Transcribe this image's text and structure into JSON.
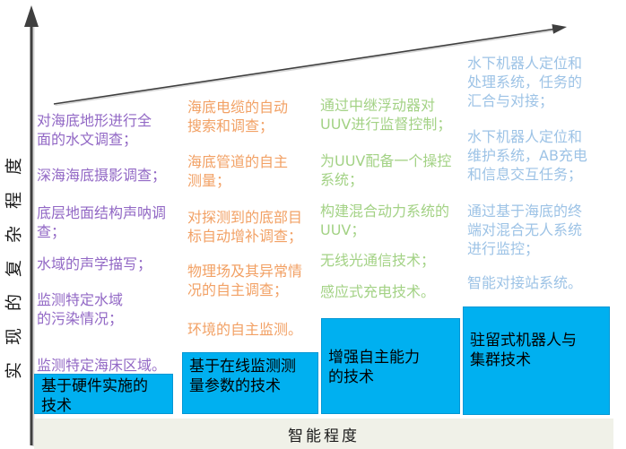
{
  "diagram": {
    "y_axis_label": "实现的复杂程度",
    "x_axis_label": "智能程度",
    "colors": {
      "box_fill": "#00B0F0",
      "box_text": "#000000",
      "axis": "#3F3F3F",
      "x_bar_fill": "#F0F1E8",
      "purple_text": "#9268C5",
      "orange_text": "#F2A165",
      "green_text": "#A3D285",
      "blue_text": "#9DC3E6"
    },
    "columns": [
      {
        "id": "hardware-based",
        "text_color": "#9268C5",
        "box_label": [
          "基于硬件实施的",
          "技术"
        ],
        "items": [
          [
            "对海底地形进行全",
            "面的水文调查；"
          ],
          [
            "深海海底摄影调查；"
          ],
          [
            "底层地面结构声呐调",
            "查；"
          ],
          [
            "水域的声学描写；"
          ],
          [
            "监测特定水域",
            "的污染情况；"
          ],
          [
            "监测特定海床区域。"
          ]
        ]
      },
      {
        "id": "online-monitoring",
        "text_color": "#F2A165",
        "box_label": [
          "基于在线监测测",
          "量参数的技术"
        ],
        "items": [
          [
            "海底电缆的自动",
            "搜索和调查；"
          ],
          [
            "海底管道的自主",
            "测量；"
          ],
          [
            "对探测到的底部目",
            "标自动增补调查；"
          ],
          [
            "物理场及其异常情",
            "况的自主调查；"
          ],
          [
            "环境的自主监测。"
          ]
        ]
      },
      {
        "id": "enhanced-autonomy",
        "text_color": "#A3D285",
        "box_label": [
          "增强自主能力",
          "的技术"
        ],
        "items": [
          [
            "通过中继浮动器对",
            "UUV进行监督控制；"
          ],
          [
            "为UUV配备一个操控",
            "系统；"
          ],
          [
            "构建混合动力系统的",
            "UUV；"
          ],
          [
            "无线光通信技术；"
          ],
          [
            "感应式充电技术。"
          ]
        ]
      },
      {
        "id": "resident-swarm",
        "text_color": "#9DC3E6",
        "box_label": [
          "驻留式机器人与",
          "集群技术"
        ],
        "items": [
          [
            "水下机器人定位和",
            "处理系统，任务的",
            "汇合与对接；"
          ],
          [
            "水下机器人定位和",
            "维护系统，AB充电",
            "和信息交互任务；"
          ],
          [
            "通过基于海底的终",
            "端对混合无人系统",
            "进行监控；"
          ],
          [
            "智能对接站系统。"
          ]
        ]
      }
    ]
  }
}
